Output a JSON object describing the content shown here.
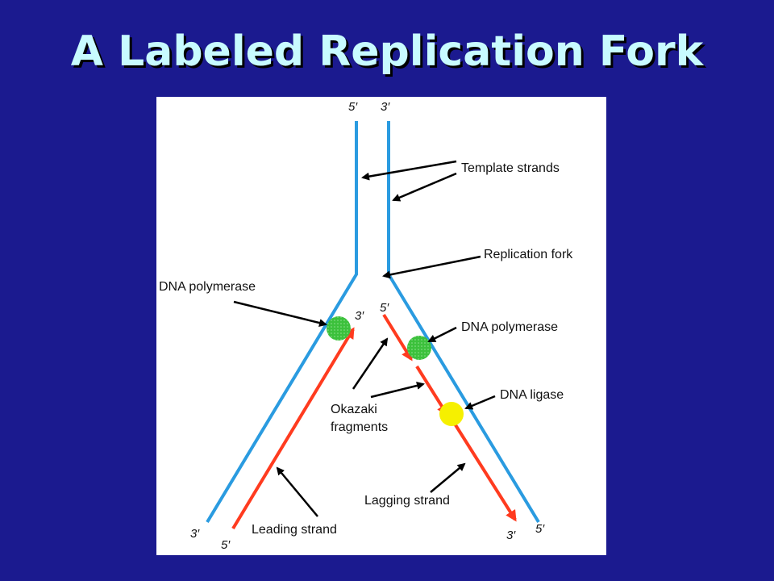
{
  "slide": {
    "title": "A Labeled Replication Fork",
    "background_color": "#1b1a8f",
    "title_color": "#c8fbff"
  },
  "diagram": {
    "colors": {
      "template_strand": "#2a9be0",
      "new_strand": "#ff3b1f",
      "dna_polymerase": "#3cc13c",
      "dna_ligase": "#f6f000",
      "arrow": "#000000"
    },
    "labels": {
      "template_strands": "Template strands",
      "replication_fork": "Replication fork",
      "dna_polymerase_left": "DNA polymerase",
      "dna_polymerase_right": "DNA polymerase",
      "dna_ligase": "DNA ligase",
      "okazaki_line1": "Okazaki",
      "okazaki_line2": "fragments",
      "leading_strand": "Leading strand",
      "lagging_strand": "Lagging strand"
    },
    "strand_ends": {
      "top_left": "5′",
      "top_right": "3′",
      "leading_top": "3′",
      "lagging_top": "5′",
      "bottom_left_template": "3′",
      "bottom_left_leading": "5′",
      "bottom_right_lagging": "3′",
      "bottom_right_template": "5′"
    }
  }
}
